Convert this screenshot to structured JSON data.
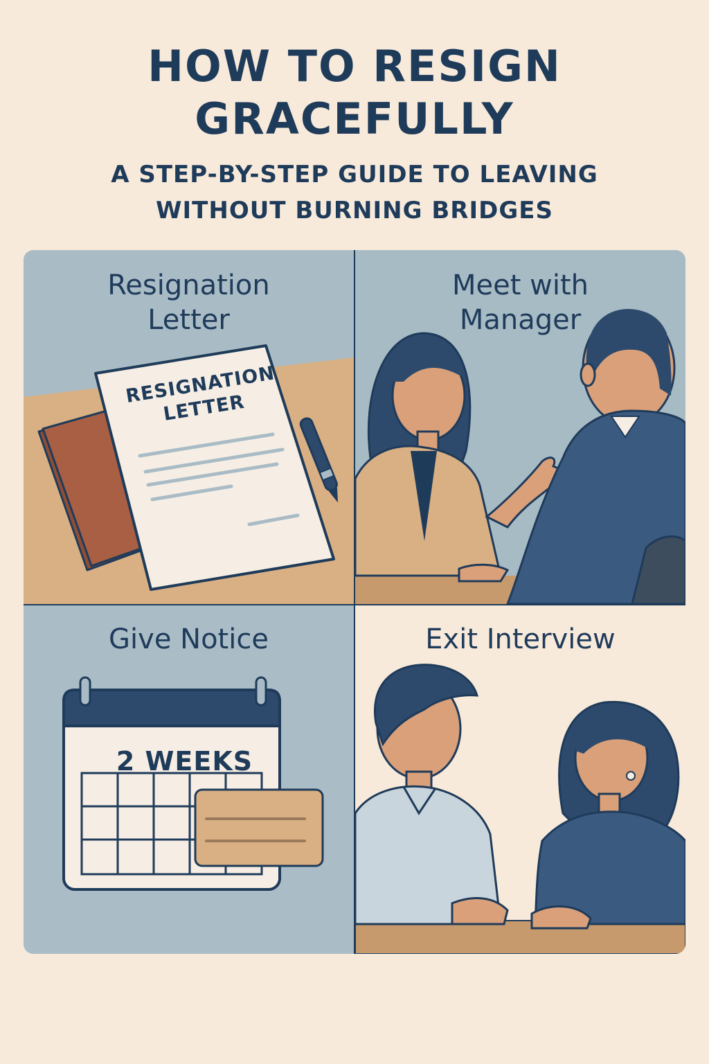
{
  "header": {
    "title_line1": "HOW TO RESIGN",
    "title_line2": "GRACEFULLY",
    "subtitle_line1": "A STEP-BY-STEP GUIDE TO LEAVING",
    "subtitle_line2": "WITHOUT BURNING BRIDGES"
  },
  "panels": [
    {
      "title_line1": "Resignation",
      "title_line2": "Letter",
      "document_line1": "RESIGNATION",
      "document_line2": "LETTER",
      "icons": [
        "resignation-letter",
        "folder",
        "pen"
      ]
    },
    {
      "title_line1": "Meet with",
      "title_line2": "Manager",
      "icons": [
        "employee",
        "manager"
      ]
    },
    {
      "title_line1": "Give Notice",
      "calendar_label": "2 WEEKS",
      "icons": [
        "calendar",
        "note-card"
      ]
    },
    {
      "title_line1": "Exit Interview",
      "icons": [
        "man",
        "woman"
      ]
    }
  ],
  "colors": {
    "background": "#f8eadb",
    "navy": "#1f3b5a",
    "slate_blue": "#a9bcc6",
    "tan": "#d9b083",
    "brown": "#a85f43",
    "skin": "#d9a07a"
  }
}
